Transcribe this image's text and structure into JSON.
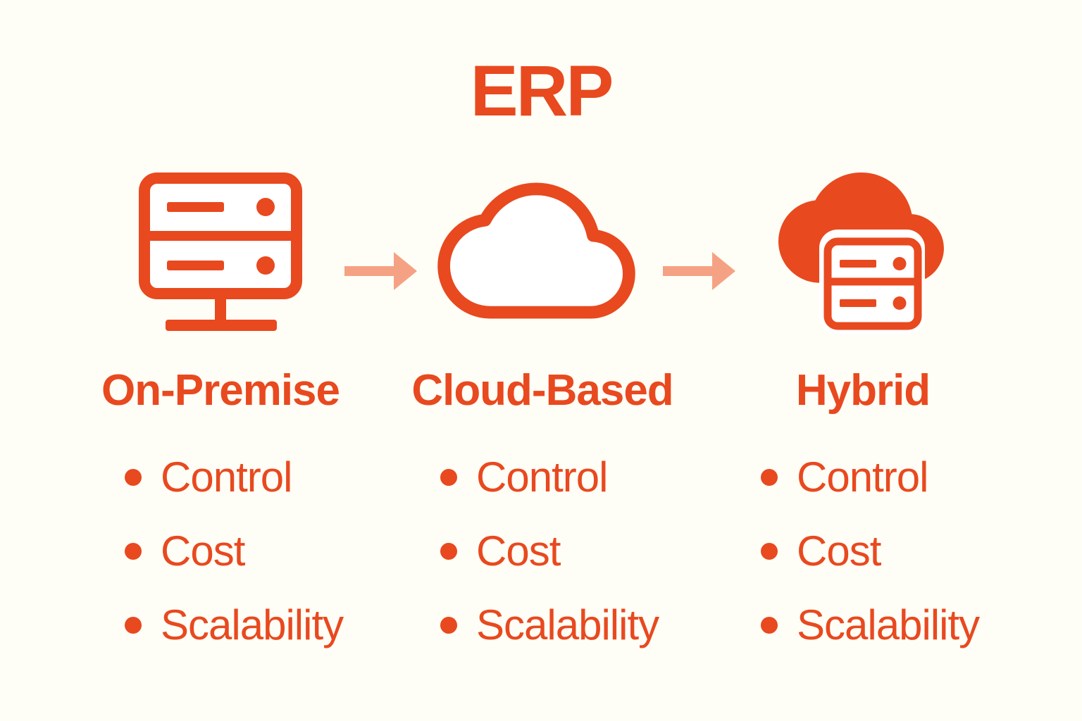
{
  "title": "ERP",
  "colors": {
    "accent": "#E8491F",
    "arrow": "#F5A284",
    "background": "#FFFEF6",
    "icon_fill": "#FFFFFF"
  },
  "columns": [
    {
      "label": "On-Premise",
      "icon": "server-icon",
      "bullets": [
        "Control",
        "Cost",
        "Scalability"
      ]
    },
    {
      "label": "Cloud-Based",
      "icon": "cloud-icon",
      "bullets": [
        "Control",
        "Cost",
        "Scalability"
      ]
    },
    {
      "label": "Hybrid",
      "icon": "hybrid-cloud-server-icon",
      "bullets": [
        "Control",
        "Cost",
        "Scalability"
      ]
    }
  ]
}
